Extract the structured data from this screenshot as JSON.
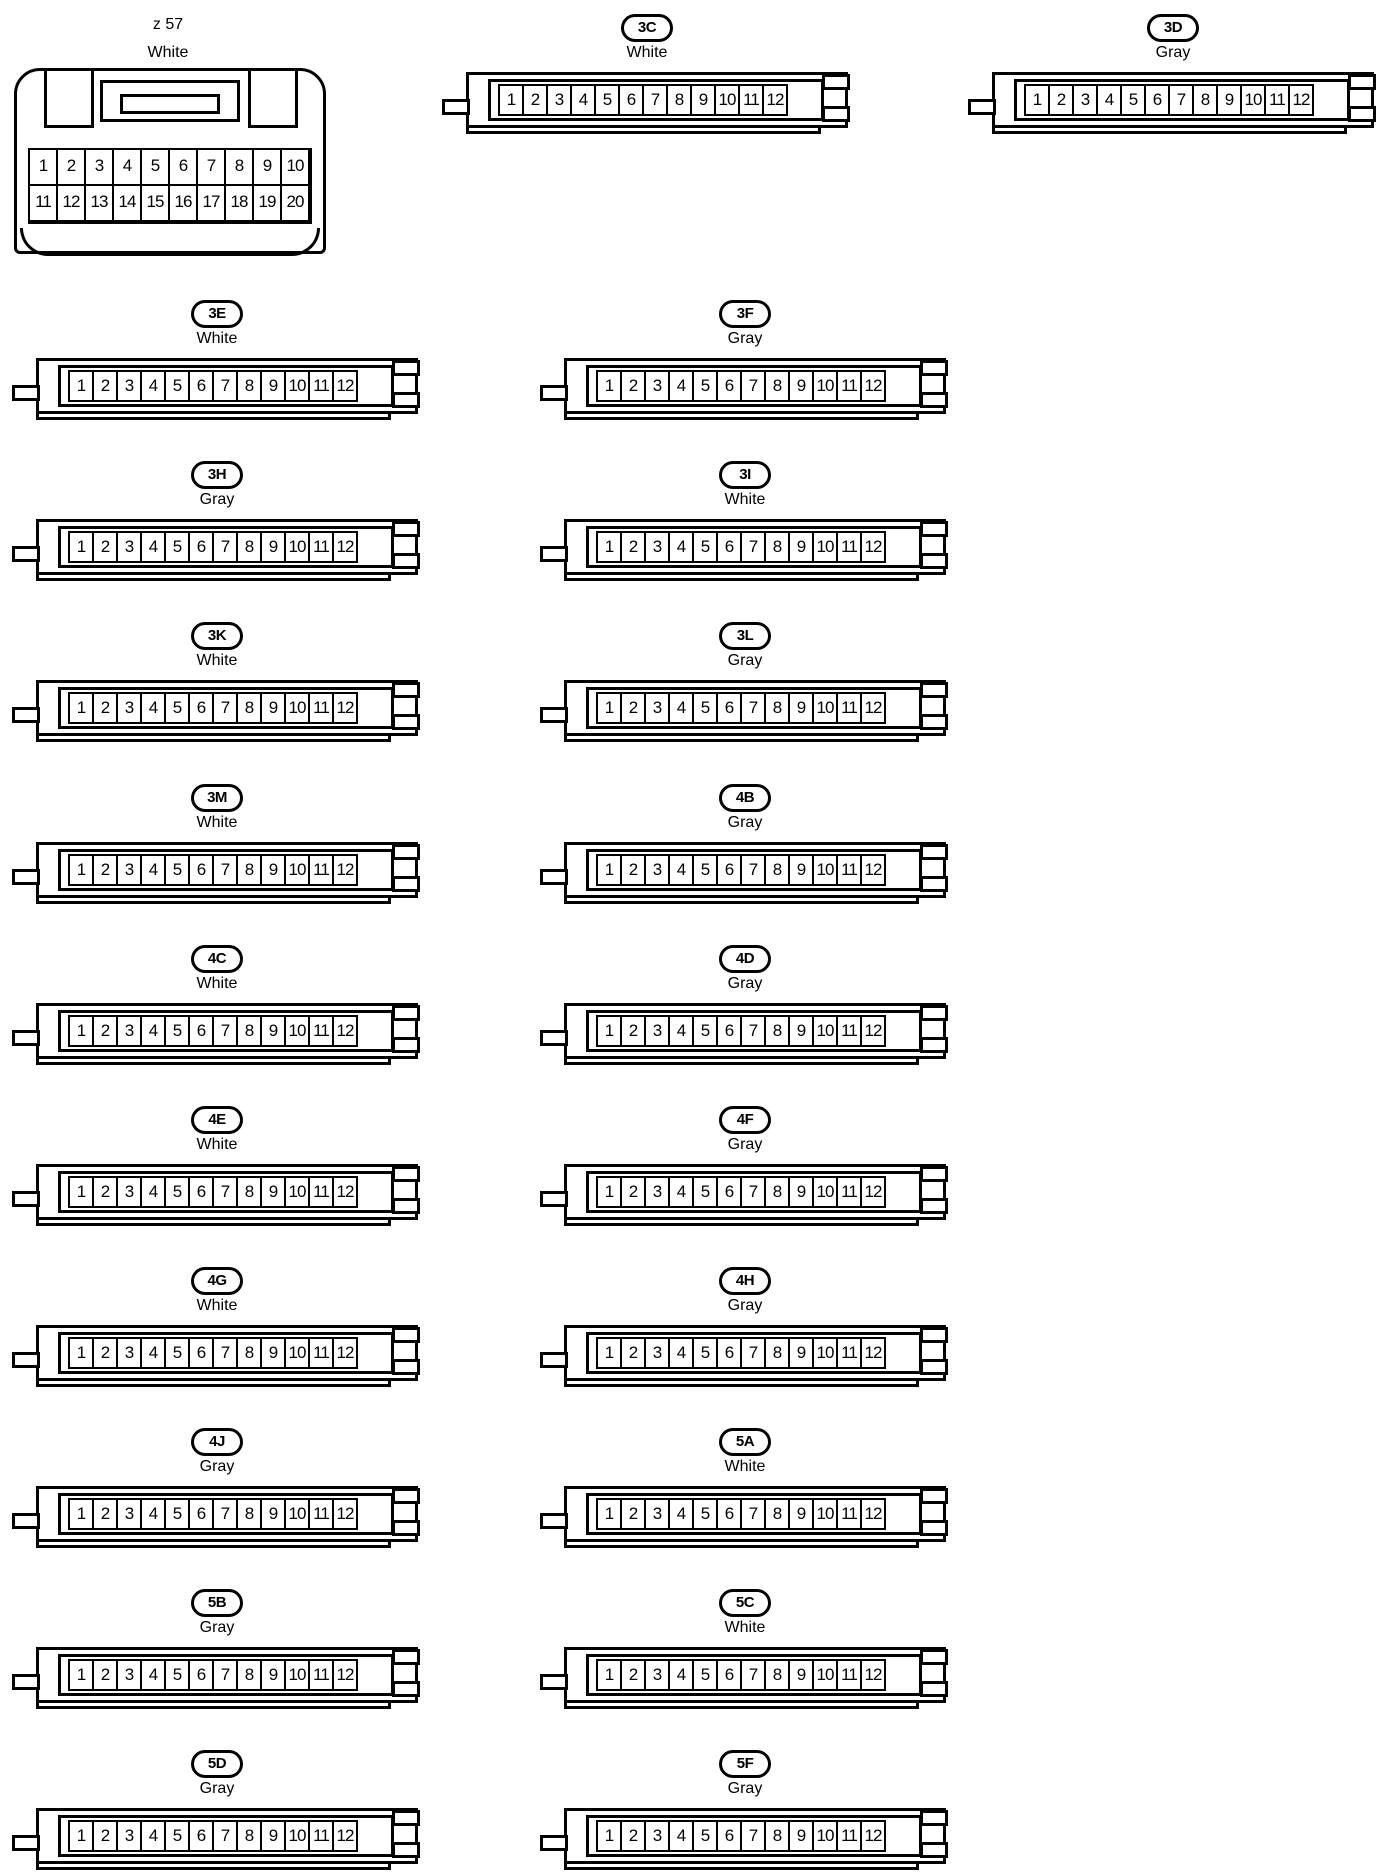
{
  "z57": {
    "title": "z 57",
    "color": "White",
    "pins_row1": [
      "1",
      "2",
      "3",
      "4",
      "5",
      "6",
      "7",
      "8",
      "9",
      "10"
    ],
    "pins_row2": [
      "11",
      "12",
      "13",
      "14",
      "15",
      "16",
      "17",
      "18",
      "19",
      "20"
    ]
  },
  "pins12": [
    "1",
    "2",
    "3",
    "4",
    "5",
    "6",
    "7",
    "8",
    "9",
    "10",
    "11",
    "12"
  ],
  "connectors": [
    {
      "id": "3C",
      "color": "White"
    },
    {
      "id": "3D",
      "color": "Gray"
    },
    {
      "id": "3E",
      "color": "White"
    },
    {
      "id": "3F",
      "color": "Gray"
    },
    {
      "id": "3H",
      "color": "Gray"
    },
    {
      "id": "3I",
      "color": "White"
    },
    {
      "id": "3K",
      "color": "White"
    },
    {
      "id": "3L",
      "color": "Gray"
    },
    {
      "id": "3M",
      "color": "White"
    },
    {
      "id": "4B",
      "color": "Gray"
    },
    {
      "id": "4C",
      "color": "White"
    },
    {
      "id": "4D",
      "color": "Gray"
    },
    {
      "id": "4E",
      "color": "White"
    },
    {
      "id": "4F",
      "color": "Gray"
    },
    {
      "id": "4G",
      "color": "White"
    },
    {
      "id": "4H",
      "color": "Gray"
    },
    {
      "id": "4J",
      "color": "Gray"
    },
    {
      "id": "5A",
      "color": "White"
    },
    {
      "id": "5B",
      "color": "Gray"
    },
    {
      "id": "5C",
      "color": "White"
    },
    {
      "id": "5D",
      "color": "Gray"
    },
    {
      "id": "5F",
      "color": "Gray"
    }
  ]
}
